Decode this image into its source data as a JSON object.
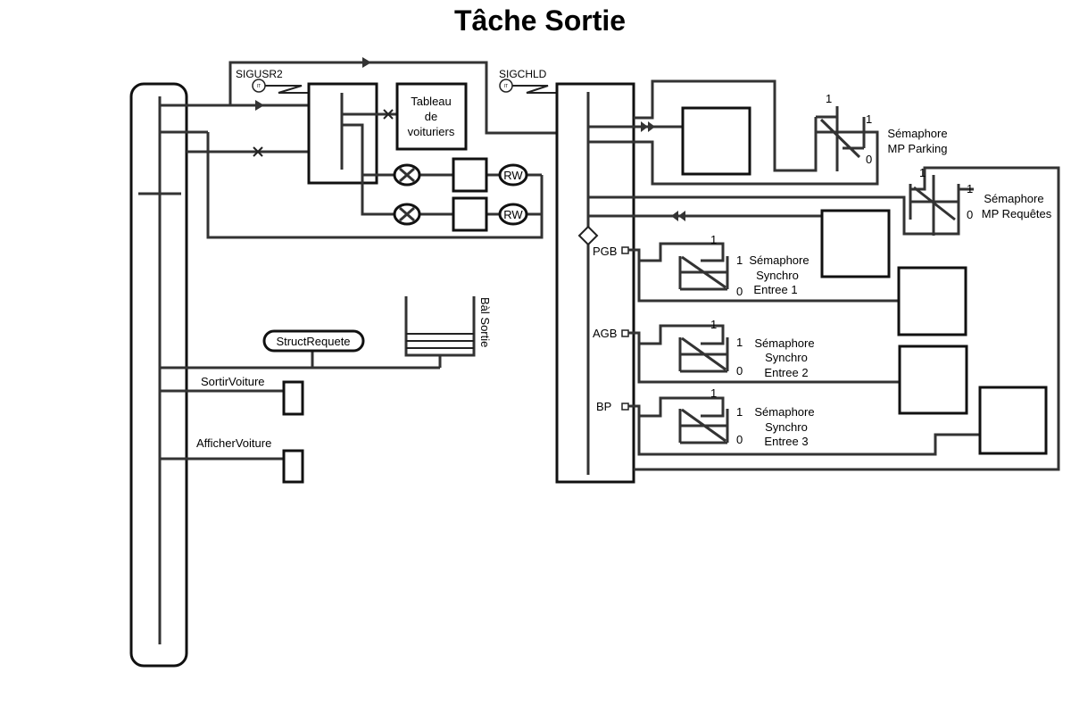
{
  "title": "Tâche Sortie",
  "signals": {
    "sigusr2": "SIGUSR2",
    "sigchld": "SIGCHLD",
    "it": "IT"
  },
  "tableau": {
    "line1": "Tableau",
    "line2": "de",
    "line3": "voituriers"
  },
  "rw": "RW",
  "struct_requete": "StructRequete",
  "bal_sortie": "Bàl Sortie",
  "procedures": {
    "sortir": "SortirVoiture",
    "afficher": "AfficherVoiture"
  },
  "ports": {
    "pgb": "PGB",
    "agb": "AGB",
    "bp": "BP"
  },
  "semaphores": {
    "parking": {
      "line1": "Sémaphore",
      "line2": "MP Parking"
    },
    "requetes": {
      "line1": "Sémaphore",
      "line2": "MP Requêtes"
    },
    "entree1": {
      "line1": "Sémaphore",
      "line2": "Synchro",
      "line3": "Entree 1"
    },
    "entree2": {
      "line1": "Sémaphore",
      "line2": "Synchro",
      "line3": "Entree 2"
    },
    "entree3": {
      "line1": "Sémaphore",
      "line2": "Synchro",
      "line3": "Entree 3"
    }
  },
  "sem_values": {
    "one": "1",
    "zero": "0"
  }
}
